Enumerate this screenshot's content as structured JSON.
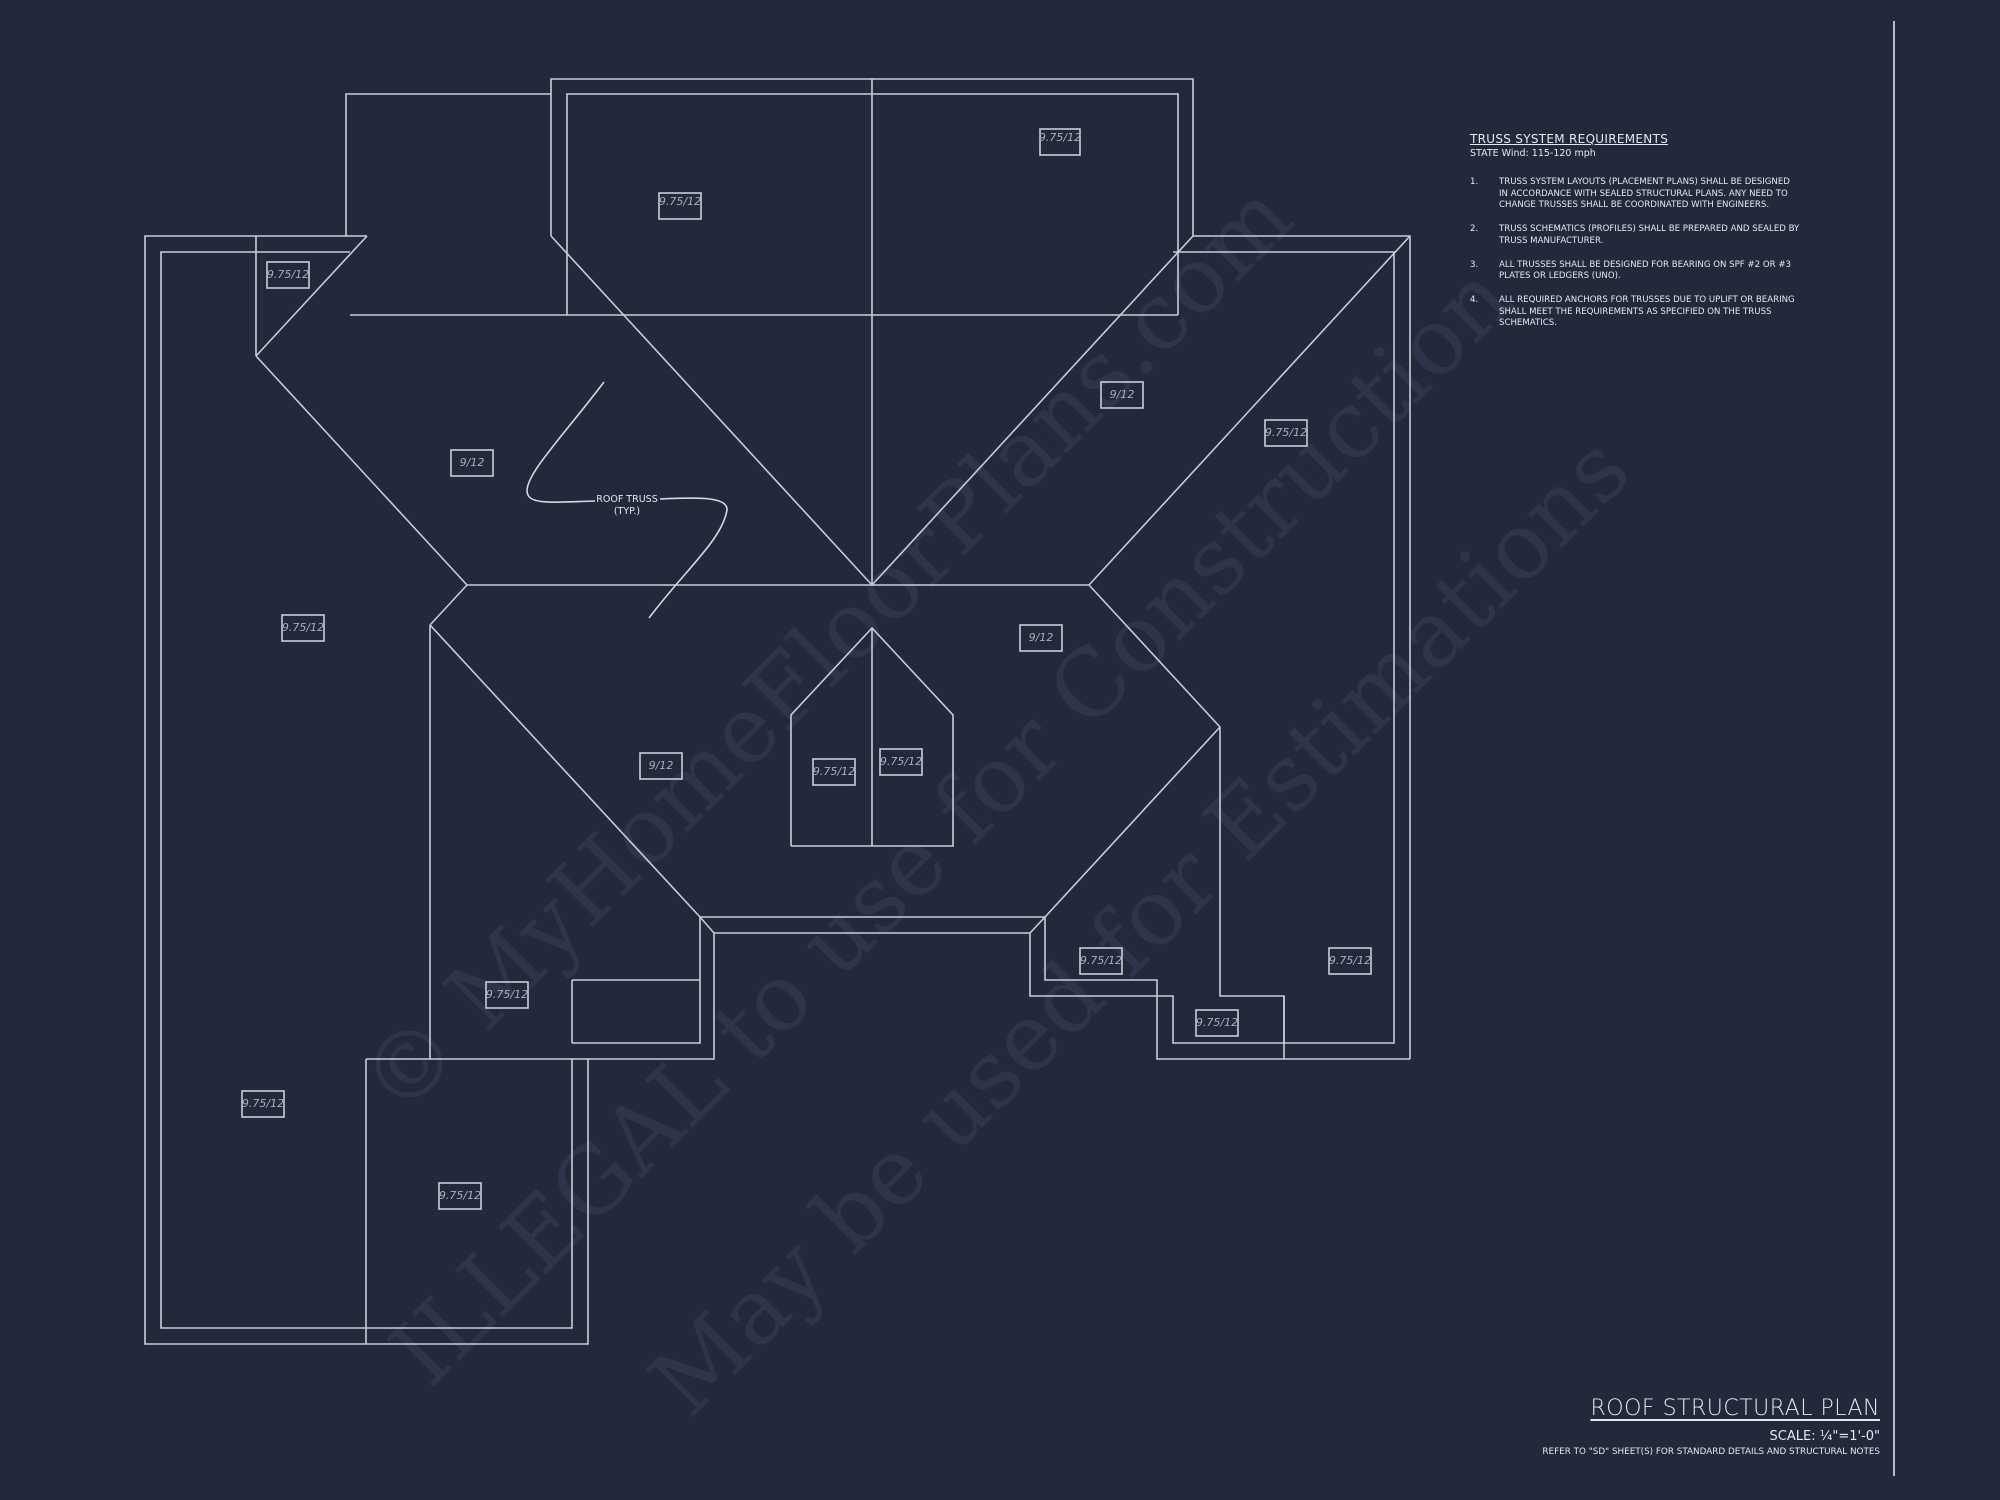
{
  "notes": {
    "title": "TRUSS SYSTEM REQUIREMENTS",
    "subtitle": "STATE Wind: 115-120 mph",
    "items": [
      {
        "num": "1.",
        "text": "TRUSS SYSTEM LAYOUTS (PLACEMENT PLANS) SHALL BE DESIGNED IN ACCORDANCE WITH SEALED STRUCTURAL PLANS. ANY NEED TO CHANGE TRUSSES SHALL BE COORDINATED WITH ENGINEERS."
      },
      {
        "num": "2.",
        "text": "TRUSS SCHEMATICS (PROFILES) SHALL BE PREPARED AND SEALED BY TRUSS MANUFACTURER."
      },
      {
        "num": "3.",
        "text": "ALL TRUSSES SHALL BE DESIGNED FOR BEARING ON SPF #2 OR #3 PLATES OR LEDGERS (UNO)."
      },
      {
        "num": "4.",
        "text": "ALL REQUIRED ANCHORS FOR TRUSSES DUE TO UPLIFT OR BEARING SHALL MEET THE REQUIREMENTS AS SPECIFIED ON THE TRUSS SCHEMATICS."
      }
    ]
  },
  "title_block": {
    "title": "ROOF STRUCTURAL PLAN",
    "scale": "SCALE: ¼\"=1'-0\"",
    "reference": "REFER TO \"SD\" SHEET(S) FOR STANDARD DETAILS AND STRUCTURAL NOTES"
  },
  "callout": {
    "line1": "ROOF TRUSS",
    "line2": "(TYP.)"
  },
  "pitch_labels": [
    {
      "id": "top-left-gable",
      "value": "9.75/12"
    },
    {
      "id": "top-right-gable",
      "value": "9.75/12"
    },
    {
      "id": "upper-left-corner",
      "value": "9.75/12"
    },
    {
      "id": "left-hip-upper",
      "value": "9/12"
    },
    {
      "id": "right-hip-upper",
      "value": "9/12"
    },
    {
      "id": "right-wing-upper",
      "value": "9.75/12"
    },
    {
      "id": "left-wing-mid",
      "value": "9.75/12"
    },
    {
      "id": "center-right-hip",
      "value": "9/12"
    },
    {
      "id": "center-left-hip",
      "value": "9/12"
    },
    {
      "id": "dormer-left",
      "value": "9.75/12"
    },
    {
      "id": "dormer-right",
      "value": "9.75/12"
    },
    {
      "id": "lower-center-left",
      "value": "9.75/12"
    },
    {
      "id": "lower-center-right",
      "value": "9.75/12"
    },
    {
      "id": "right-wing-lower",
      "value": "9.75/12"
    },
    {
      "id": "bottom-right-bump",
      "value": "9.75/12"
    },
    {
      "id": "left-wing-lower",
      "value": "9.75/12"
    },
    {
      "id": "bottom-left-garage",
      "value": "9.75/12"
    }
  ],
  "watermark": {
    "line1": "© MyHomeFloorPlans.com",
    "line2": "ILLEGAL to use for Construction",
    "line3": "May be used for Estimations"
  },
  "colors": {
    "background": "#24283b",
    "linework": "#c9ccd8",
    "text": "#e6e8f0",
    "watermark": "#3a3f57"
  }
}
